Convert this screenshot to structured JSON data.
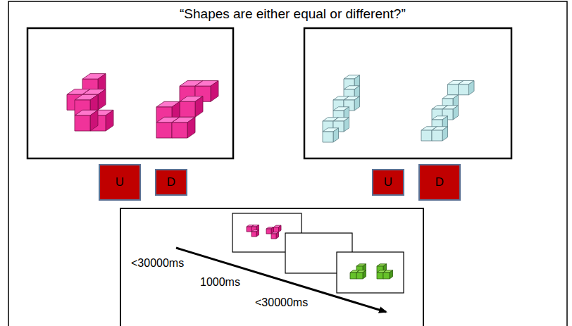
{
  "diagram": {
    "title": "“Shapes are either equal or different?”",
    "nodes": [
      {
        "text": [
          "U"
        ]
      },
      {
        "text": [
          "D"
        ]
      },
      {
        "text": [
          "U"
        ]
      },
      {
        "text": [
          "D"
        ]
      }
    ],
    "labels": [
      "<30000ms",
      "1000ms",
      "<30000ms"
    ]
  }
}
